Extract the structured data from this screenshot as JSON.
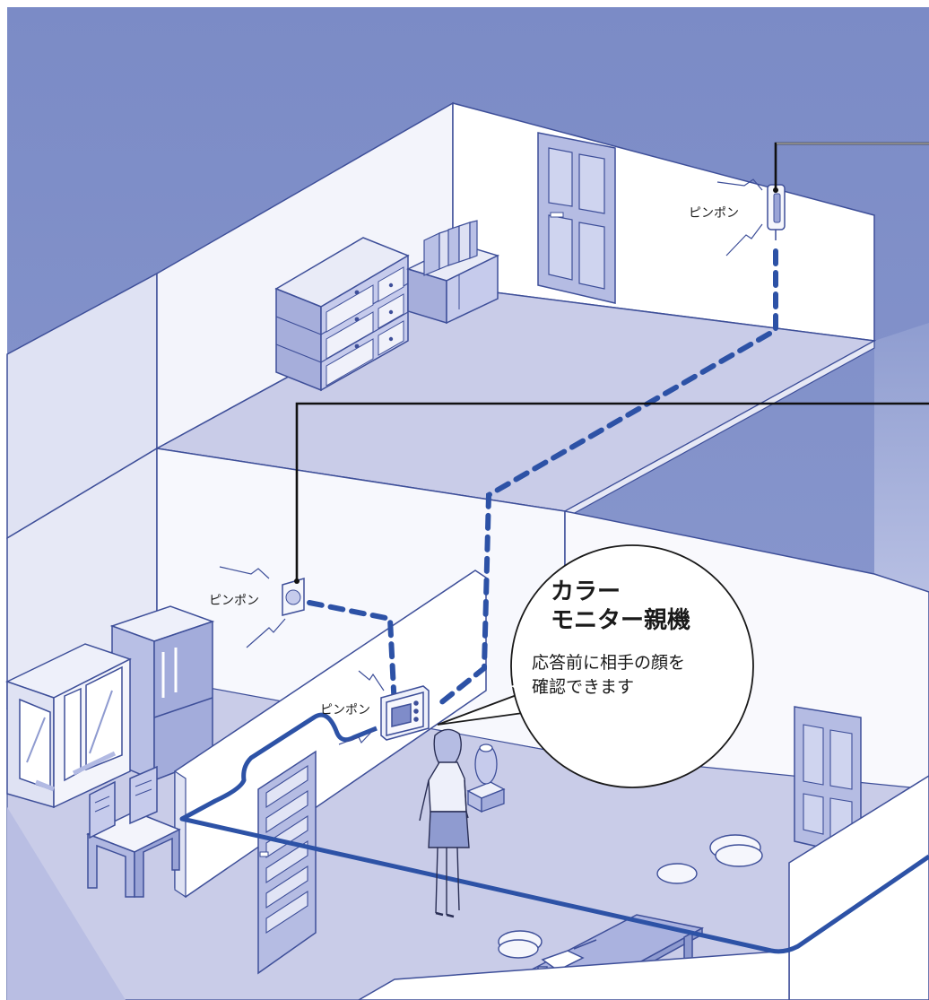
{
  "labels": {
    "chime_upper": "ピンポン",
    "chime_left": "ピンポン",
    "chime_monitor": "ピンポン"
  },
  "callout": {
    "title_line1": "カラー",
    "title_line2": "モニター親機",
    "desc_line1": "応答前に相手の顔を",
    "desc_line2": "確認できます"
  },
  "colors": {
    "sky": "#7b8bc6",
    "wall_light": "#eef0fa",
    "wall_mid": "#c4c9e6",
    "floor": "#c9cce8",
    "outline": "#3e4f99",
    "cable": "#2d52a6",
    "leader": "#111111"
  }
}
